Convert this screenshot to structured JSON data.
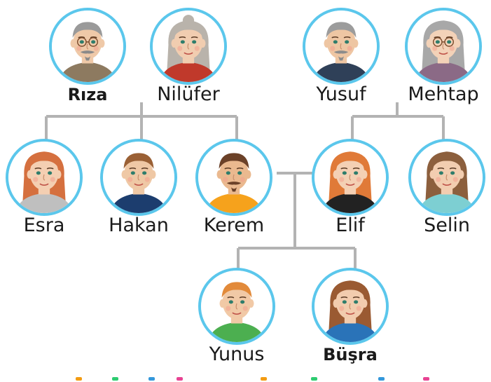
{
  "people": [
    {
      "id": "riza",
      "name": "Rıza",
      "bold": true,
      "skin": "#efc9a8",
      "hair": "#9a9a9a",
      "shirt": "#8d7a60",
      "glasses": true,
      "beard": "#8a8a8a"
    },
    {
      "id": "nilufer",
      "name": "Nilüfer",
      "bold": false,
      "skin": "#f1cdb0",
      "hair": "#b9b3ab",
      "shirt": "#c0392b",
      "glasses": false,
      "beard": null
    },
    {
      "id": "yusuf",
      "name": "Yusuf",
      "bold": false,
      "skin": "#eec6a3",
      "hair": "#9c9c9c",
      "shirt": "#2f4058",
      "glasses": false,
      "beard": "#8c8c8c"
    },
    {
      "id": "mehtap",
      "name": "Mehtap",
      "bold": false,
      "skin": "#f3d2b8",
      "hair": "#a8a8a8",
      "shirt": "#8b6a86",
      "glasses": true,
      "beard": null
    },
    {
      "id": "esra",
      "name": "Esra",
      "bold": false,
      "skin": "#f4cfb2",
      "hair": "#d5703f",
      "shirt": "#bfbfbf",
      "glasses": false,
      "beard": null
    },
    {
      "id": "hakan",
      "name": "Hakan",
      "bold": false,
      "skin": "#efc8a5",
      "hair": "#9a6035",
      "shirt": "#1c3d6e",
      "glasses": false,
      "beard": null
    },
    {
      "id": "kerem",
      "name": "Kerem",
      "bold": false,
      "skin": "#eab98f",
      "hair": "#6b4128",
      "shirt": "#f6a21c",
      "glasses": false,
      "beard": "#6b4128"
    },
    {
      "id": "elif",
      "name": "Elif",
      "bold": false,
      "skin": "#f4d0b4",
      "hair": "#e07a38",
      "shirt": "#222222",
      "glasses": false,
      "beard": null
    },
    {
      "id": "selin",
      "name": "Selin",
      "bold": false,
      "skin": "#f2cdb0",
      "hair": "#8c5f3d",
      "shirt": "#7dcfd2",
      "glasses": false,
      "beard": null
    },
    {
      "id": "yunus",
      "name": "Yunus",
      "bold": false,
      "skin": "#f1c9a6",
      "hair": "#e28a3a",
      "shirt": "#4caf50",
      "glasses": false,
      "beard": null
    },
    {
      "id": "busra",
      "name": "Büşra",
      "bold": true,
      "skin": "#f2ccae",
      "hair": "#9a5a32",
      "shirt": "#2a73b8",
      "glasses": false,
      "beard": null
    }
  ],
  "colors": {
    "ring": "#5bc7ec",
    "connector": "#b3b3b3",
    "footer": [
      "#f39c12",
      "#2ecc71",
      "#3498db",
      "#e84393"
    ]
  }
}
